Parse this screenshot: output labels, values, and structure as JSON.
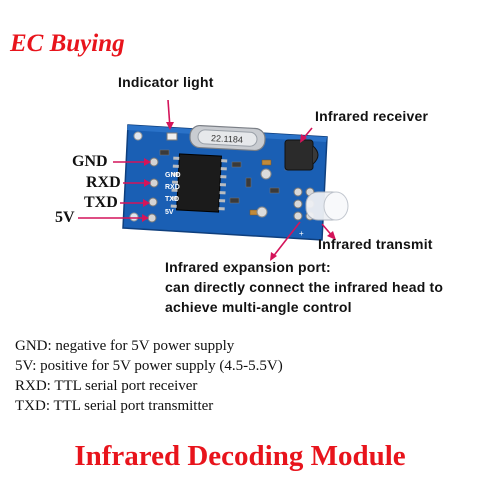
{
  "brand": "EC Buying",
  "callouts": {
    "indicator_light": "Indicator light",
    "infrared_receiver": "Infrared receiver",
    "infrared_transmit": "Infrared transmit",
    "expansion_port": [
      "Infrared expansion port:",
      "can directly connect the infrared head to",
      "achieve multi-angle control"
    ]
  },
  "pins": [
    "GND",
    "RXD",
    "TXD",
    "5V"
  ],
  "board": {
    "crystal_label": "22.1184",
    "silkscreen": [
      "GND",
      "RXD",
      "TXD",
      "5V"
    ]
  },
  "descriptions": [
    "GND: negative for 5V power supply",
    "5V: positive for 5V power supply (4.5-5.5V)",
    "RXD: TTL serial port receiver",
    "TXD: TTL serial port transmitter"
  ],
  "title": "Infrared Decoding Module",
  "colors": {
    "brand": "#e8141c",
    "pcb": "#1a5fb4",
    "arrow": "#d4145a",
    "title": "#e8141c"
  }
}
